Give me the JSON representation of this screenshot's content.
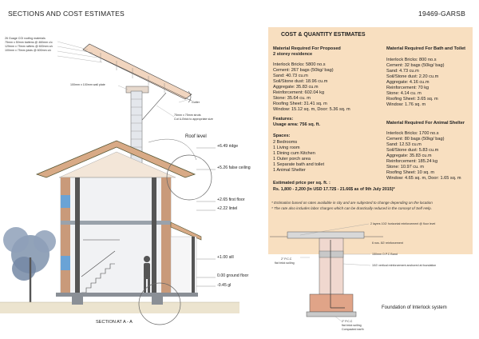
{
  "header": {
    "title": "SECTIONS AND COST ESTIMATES",
    "code": "19469-GARSB"
  },
  "estimates": {
    "title": "COST & QUANTITY ESTIMATES",
    "proposed": {
      "heading_1": "Material Required For Proposed",
      "heading_2": "2 storey residence",
      "items": [
        "Interlock Bricks: 5800 no.s",
        "Cement: 267 bags (50kg/ bag)",
        "Sand: 40.73 cu.m",
        "Soil/Stone dust: 18.96 cu.m",
        "Aggregate: 35.83 cu.m",
        "Reinforcement: 602.04 kg",
        "Stone: 35.64 cu. m",
        "Roofing Sheet: 31.41 sq. m",
        "Window: 15.12 sq. m, Door: 5.36 sq. m"
      ],
      "features_heading": "Features:",
      "usage_area": "Usage area: 756 sq. ft.",
      "spaces_heading": "Spaces:",
      "spaces": [
        "2 Bedrooms",
        "1 Living room",
        "1 Dining cum Kitchen",
        "1 Outer porch area",
        "1 Separate bath and toilet",
        "1 Animal Shelter"
      ],
      "price_heading": "Estimated price per sq. ft. :",
      "price_text": "Rs. 1,800 - 2,200 (In USD 17.72$ - 21.66$ as of 9th July 2015)*"
    },
    "bath": {
      "heading": "Material Required For Bath and Toilet",
      "items": [
        "Interlock Bricks: 800 no.s",
        "Cement: 32 bags (50kg/ bag)",
        "Sand: 4.73 cu.m",
        "Soil/Stone dust: 2.20 cu.m",
        "Aggregate: 4.16 cu.m",
        "Reinforcement: 70 kg",
        "Stone: 4.14 cu. m",
        "Roofing Sheet: 3.65 sq. m",
        "Window: 1.76 sq. m"
      ]
    },
    "shelter": {
      "heading": "Material Required For Animal Shelter",
      "items": [
        "Interlock Bricks: 1700 no.s",
        "Cement: 80 bags (50kg/ bag)",
        "Sand: 12.53 cu.m",
        "Soil/Stone dust: 5.83 cu.m",
        "Aggregate: 35.83 cu.m",
        "Reinforcement: 185.24 kg",
        "Stone: 10.97 cu. m",
        "Roofing Sheet: 10 sq. m",
        "Window: 4.65 sq. m, Door: 1.65 sq. m"
      ]
    },
    "notes": [
      "* Estimation based on rates available in city and are subjected to change depending on the location",
      "* The rate also includes labor charges which can be drastically reduced in the concept of Self Help."
    ]
  },
  "roof_detail": {
    "materials": [
      "26 Guage CGI roofing materials",
      "75mm x 50mm battens @ 460mm c/c",
      "125mm x 75mm rafters @ 600mm c/c",
      "100mm x 75mm joists @ 600mm c/c"
    ],
    "wall_plate": "100mm x 100mm wall plate",
    "gutter": "Gutter",
    "struts_1": "75mm x 75mm struts",
    "struts_2": "Cut U-Brick to appropriate size"
  },
  "section": {
    "roof_level": "Roof level",
    "levels": [
      "+6.49 ridge",
      "+5.26 false ceiling",
      "+2.65 first floor",
      "+2.22 lintel",
      "+1.00 sill",
      "0.00 ground floor",
      "-0.45 gl"
    ],
    "caption": "SECTION AT A - A"
  },
  "foundation": {
    "labels": [
      "2 layers 10∅ horizontal reinforcement @ floor level",
      "6 nos. 8∅ reinforcement",
      "150mm O.P.C Band",
      "10∅ vertical reinforcement anchored at foundation"
    ],
    "pcc_top_1": "2\" P.C.C",
    "pcc_top_2": "flat brick soiling",
    "pcc_bottom": [
      "2\" P.C.C",
      "flat brick soiling",
      "Compacted earth"
    ],
    "caption": "Foundation of Interlock system"
  },
  "colors": {
    "panel": "#f8dfc0",
    "wall_red": "#c99a7a",
    "roof": "#d8aa86",
    "pillar": "#555555",
    "tree": "#7f93ad"
  }
}
